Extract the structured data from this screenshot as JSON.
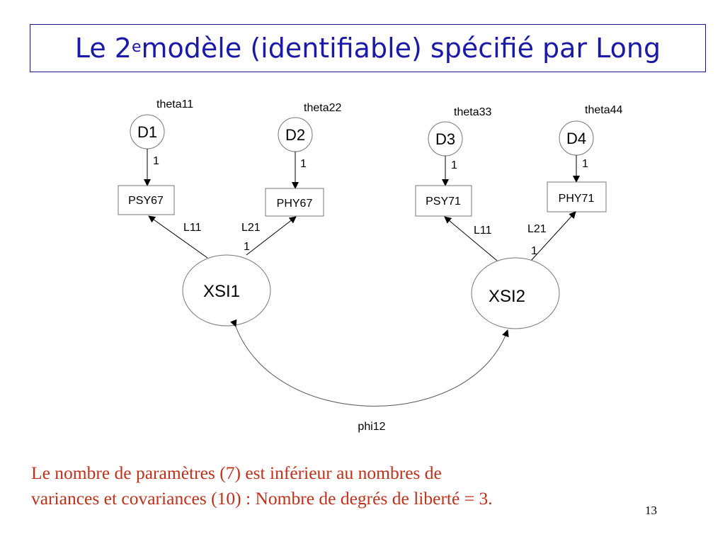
{
  "title": {
    "prefix": "Le 2",
    "superscript": "e",
    "suffix": " modèle (identifiable) spécifié par Long"
  },
  "diagram": {
    "disturbances": [
      {
        "id": "D1",
        "theta": "theta11",
        "coef": "1"
      },
      {
        "id": "D2",
        "theta": "theta22",
        "coef": "1"
      },
      {
        "id": "D3",
        "theta": "theta33",
        "coef": "1"
      },
      {
        "id": "D4",
        "theta": "theta44",
        "coef": "1"
      }
    ],
    "indicators": [
      "PSY67",
      "PHY67",
      "PSY71",
      "PHY71"
    ],
    "latents": [
      "XSI1",
      "XSI2"
    ],
    "loadings": [
      {
        "label": "L11",
        "coef": ""
      },
      {
        "label": "L21",
        "coef": "1"
      },
      {
        "label": "L11",
        "coef": ""
      },
      {
        "label": "L21",
        "coef": "1"
      }
    ],
    "covariance": "phi12"
  },
  "caption": {
    "line1": "Le nombre de paramètres (7) est inférieur au nombres de",
    "line2": "variances et covariances (10) :  Nombre de degrés de liberté = 3."
  },
  "page_number": "13"
}
